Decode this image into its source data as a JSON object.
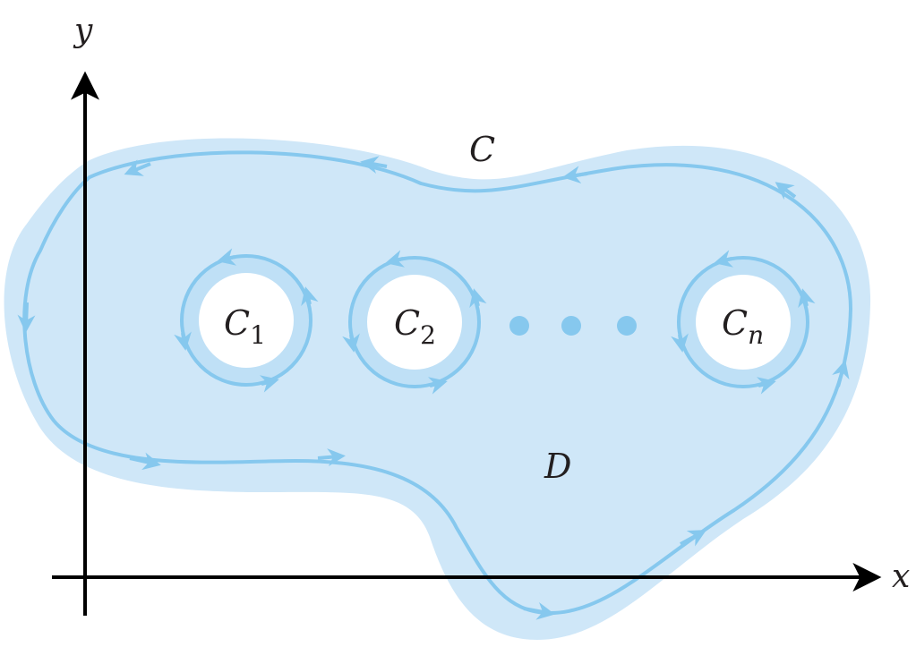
{
  "labels": {
    "y_axis": "y",
    "x_axis": "x",
    "outer_curve": "C",
    "region": "D",
    "hole_1": {
      "base": "C",
      "sub": "1"
    },
    "hole_2": {
      "base": "C",
      "sub": "2"
    },
    "hole_n": {
      "base": "C",
      "sub": "n"
    }
  },
  "colors": {
    "region_fill": "#d2e8f8",
    "band_fill": "#bfe0f6",
    "curve_stroke": "#86c8ee",
    "hole_fill": "#ffffff",
    "axis": "#000000",
    "ellipsis_dots": "#86c8ee"
  }
}
